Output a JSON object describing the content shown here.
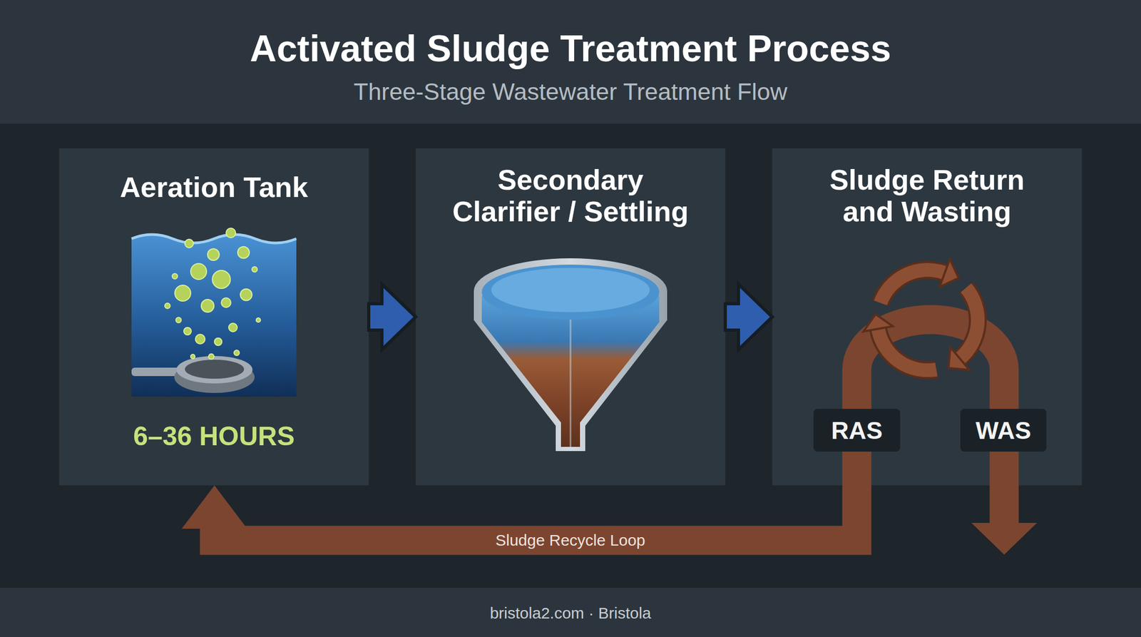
{
  "diagram": {
    "title": "Activated Sludge Treatment Process",
    "nodes": [
      {
        "text": [
          "Aeration Tank",
          "6–36 HOURS"
        ]
      },
      {
        "text": [
          "Secondary Clarifier / Settling"
        ]
      },
      {
        "text": [
          "Sludge Return and Wasting"
        ]
      },
      {
        "text": [
          "RAS"
        ],
        "in": 2
      },
      {
        "text": [
          "WAS"
        ],
        "in": 2
      }
    ],
    "edges": [
      {
        "from": 0,
        "to": 1,
        "arrow": "to"
      },
      {
        "from": 1,
        "to": 2,
        "arrow": "to"
      },
      {
        "from": 3,
        "to": 0,
        "label": "Sludge Recycle Loop",
        "arrow": "to"
      }
    ],
    "labels": [
      "Three-Stage Wastewater Treatment Flow",
      "bristola2.com · Bristola"
    ]
  }
}
